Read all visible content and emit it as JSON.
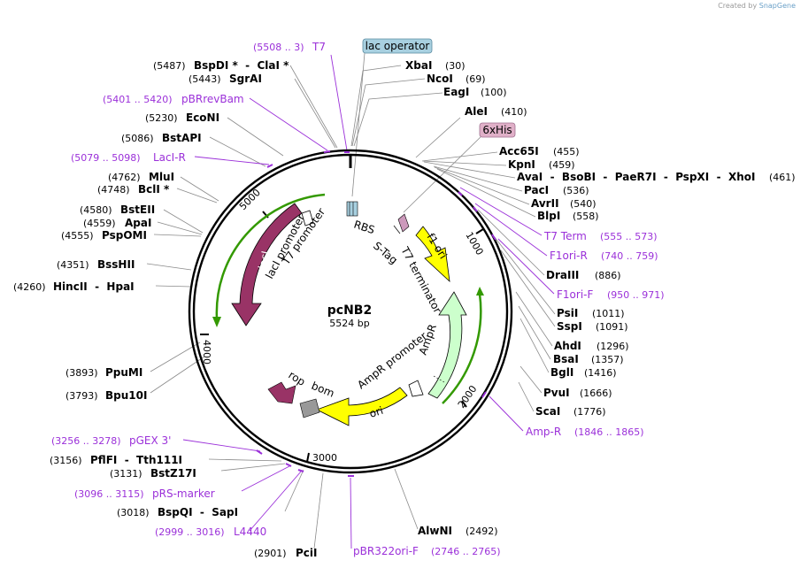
{
  "credit": {
    "prefix": "Created by",
    "brand": "SnapGene"
  },
  "plasmid": {
    "name": "pcNB2",
    "size": "5524 bp"
  },
  "ticks": [
    "1000",
    "2000",
    "3000",
    "4000",
    "5000"
  ],
  "enzymes": [
    {
      "name": "XbaI",
      "pos": "(30)"
    },
    {
      "name": "NcoI",
      "pos": "(69)"
    },
    {
      "name": "EagI",
      "pos": "(100)"
    },
    {
      "name": "AleI",
      "pos": "(410)"
    },
    {
      "name": "Acc65I",
      "pos": "(455)"
    },
    {
      "name": "KpnI",
      "pos": "(459)"
    },
    {
      "name": "AvaI  -  BsoBI  -  PaeR7I  -  PspXI  -  XhoI",
      "pos": "(461)"
    },
    {
      "name": "PacI",
      "pos": "(536)"
    },
    {
      "name": "AvrII",
      "pos": "(540)"
    },
    {
      "name": "BlpI",
      "pos": "(558)"
    },
    {
      "name": "DraIII",
      "pos": "(886)"
    },
    {
      "name": "PsiI",
      "pos": "(1011)"
    },
    {
      "name": "SspI",
      "pos": "(1091)"
    },
    {
      "name": "AhdI",
      "pos": "(1296)"
    },
    {
      "name": "BsaI",
      "pos": "(1357)"
    },
    {
      "name": "BglI",
      "pos": "(1416)"
    },
    {
      "name": "PvuI",
      "pos": "(1666)"
    },
    {
      "name": "ScaI",
      "pos": "(1776)"
    },
    {
      "name": "AlwNI",
      "pos": "(2492)"
    },
    {
      "name": "PciI",
      "pos": "(2901)"
    },
    {
      "name": "BspQI  -  SapI",
      "pos": "(3018)"
    },
    {
      "name": "BstZ17I",
      "pos": "(3131)"
    },
    {
      "name": "PflFI  -  Tth111I",
      "pos": "(3156)"
    },
    {
      "name": "Bpu10I",
      "pos": "(3793)"
    },
    {
      "name": "PpuMI",
      "pos": "(3893)"
    },
    {
      "name": "HincII  -  HpaI",
      "pos": "(4260)"
    },
    {
      "name": "BssHII",
      "pos": "(4351)"
    },
    {
      "name": "PspOMI",
      "pos": "(4555)"
    },
    {
      "name": "ApaI",
      "pos": "(4559)"
    },
    {
      "name": "BstEII",
      "pos": "(4580)"
    },
    {
      "name": "BclI *",
      "pos": "(4748)"
    },
    {
      "name": "MluI",
      "pos": "(4762)"
    },
    {
      "name": "BstAPI",
      "pos": "(5086)"
    },
    {
      "name": "EcoNI",
      "pos": "(5230)"
    },
    {
      "name": "SgrAI",
      "pos": "(5443)"
    },
    {
      "name": "BspDI *  -  ClaI *",
      "pos": "(5487)"
    }
  ],
  "primers": [
    {
      "name": "T7",
      "pos": "(5508 .. 3)"
    },
    {
      "name": "pBRrevBam",
      "pos": "(5401 .. 5420)"
    },
    {
      "name": "LacI-R",
      "pos": "(5079 .. 5098)"
    },
    {
      "name": "T7 Term",
      "pos": "(555 .. 573)"
    },
    {
      "name": "F1ori-R",
      "pos": "(740 .. 759)"
    },
    {
      "name": "F1ori-F",
      "pos": "(950 .. 971)"
    },
    {
      "name": "Amp-R",
      "pos": "(1846 .. 1865)"
    },
    {
      "name": "pBR322ori-F",
      "pos": "(2746 .. 2765)"
    },
    {
      "name": "L4440",
      "pos": "(2999 .. 3016)"
    },
    {
      "name": "pRS-marker",
      "pos": "(3096 .. 3115)"
    },
    {
      "name": "pGEX 3'",
      "pos": "(3256 .. 3278)"
    }
  ],
  "boxed_features": [
    "lac operator",
    "6xHis"
  ],
  "features": [
    "lacI",
    "lacI promoter",
    "T7 promoter",
    "RBS",
    "S-Tag",
    "f1 ori",
    "T7 terminator",
    "AmpR",
    "AmpR promoter",
    "ori",
    "rop",
    "bom"
  ],
  "colors": {
    "lacI": "#993366",
    "f1_ori": "#ffff00",
    "ori": "#ffff00",
    "AmpR": "#ccffcc",
    "rop": "#993366",
    "bom": "#999999",
    "primer": "#9b30d9",
    "lac_operator_box": "#a8d0e0",
    "his_box": "#e0b0c8",
    "orf_line": "#339900"
  }
}
